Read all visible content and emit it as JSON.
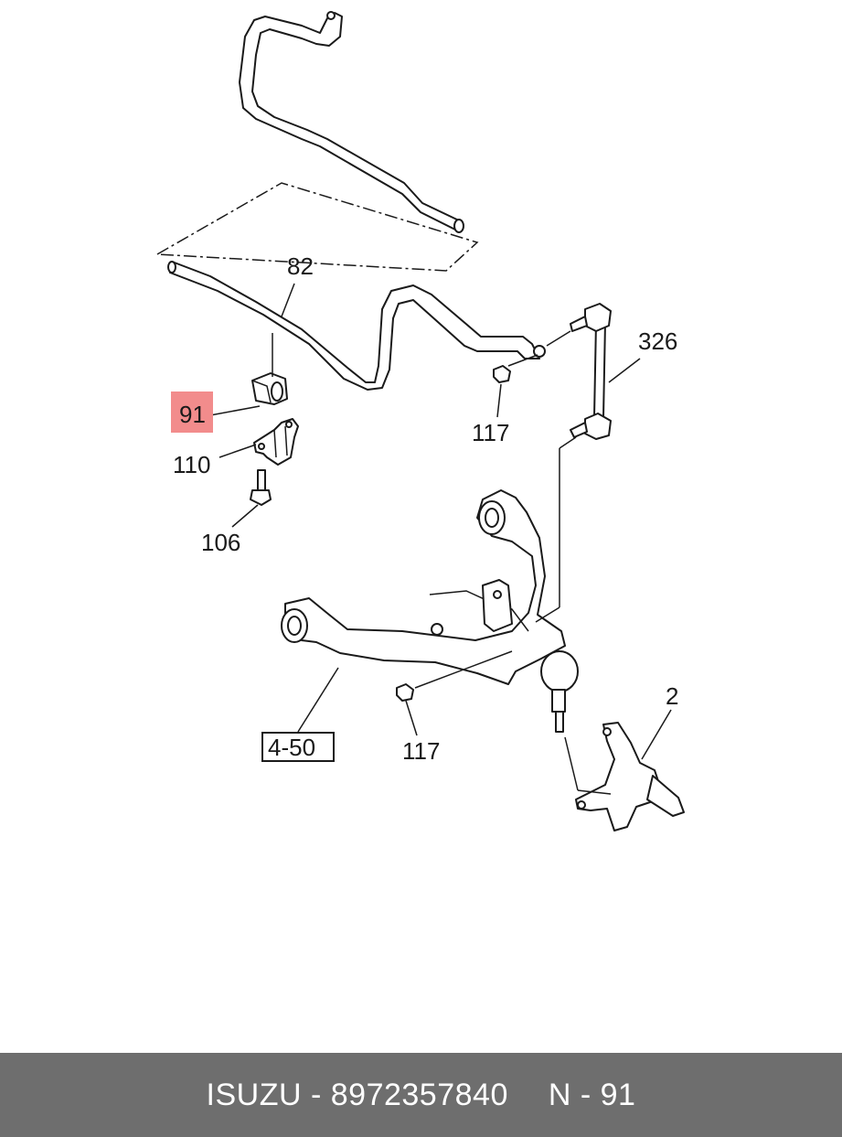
{
  "callouts": {
    "stabilizer_bar": "82",
    "bushing": "91",
    "bracket": "110",
    "bolt": "106",
    "nut_upper": "117",
    "link": "326",
    "nut_lower": "117",
    "lower_arm": "4-50",
    "knuckle": "2"
  },
  "highlight_color": "#f28c8c",
  "footer": {
    "part_text": "ISUZU - 8972357840",
    "ref_text": "N - 91",
    "background": "#6e6e6e"
  }
}
